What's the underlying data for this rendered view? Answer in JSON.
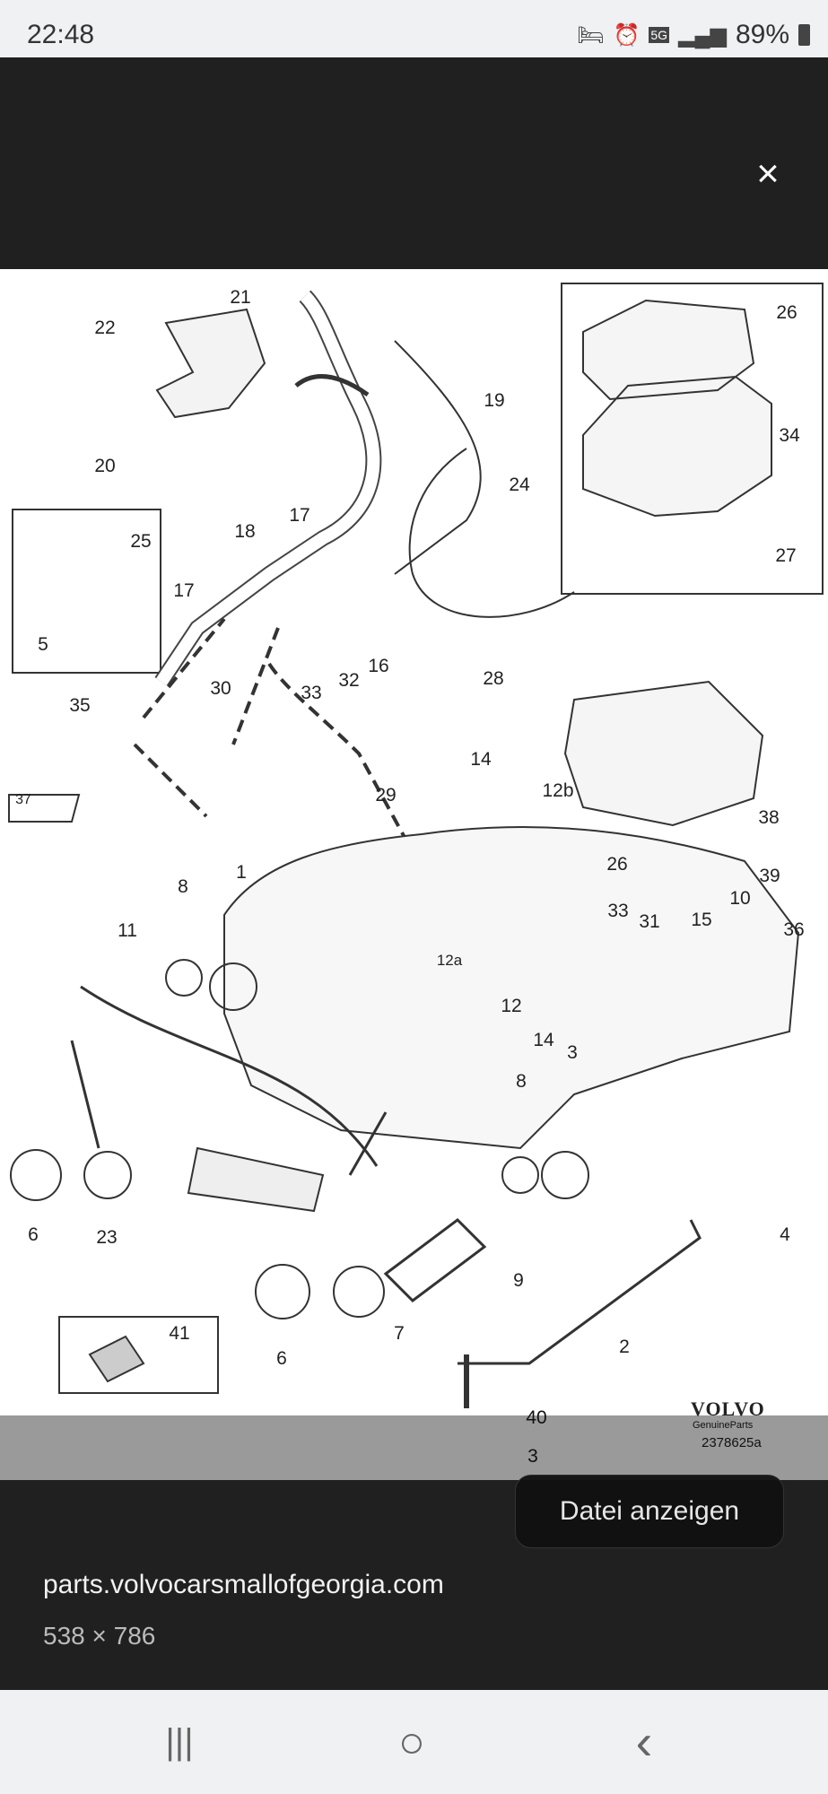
{
  "status_bar": {
    "time": "22:48",
    "battery": "89%",
    "network": "5G"
  },
  "viewer": {
    "close_label": "×"
  },
  "diagram": {
    "callouts": [
      "21",
      "22",
      "20",
      "19",
      "26",
      "34",
      "27",
      "24",
      "25",
      "5",
      "18",
      "17",
      "17",
      "30",
      "33",
      "32",
      "16",
      "35",
      "28",
      "14",
      "12b",
      "29",
      "37",
      "26",
      "38",
      "39",
      "10",
      "36",
      "15",
      "1",
      "8",
      "11",
      "33",
      "31",
      "12a",
      "12",
      "14",
      "3",
      "8",
      "4",
      "6",
      "23",
      "41",
      "6",
      "7",
      "9",
      "2",
      "40",
      "3"
    ],
    "brand": "VOLVO",
    "brand_sub": "GenuineParts",
    "part_no": "2378625a"
  },
  "info": {
    "view_file_button": "Datei anzeigen",
    "source": "parts.volvocarsmallofgeorgia.com",
    "dimensions": "538 × 786"
  },
  "navbar": {
    "recents": "|||",
    "home": "○",
    "back": "‹"
  }
}
